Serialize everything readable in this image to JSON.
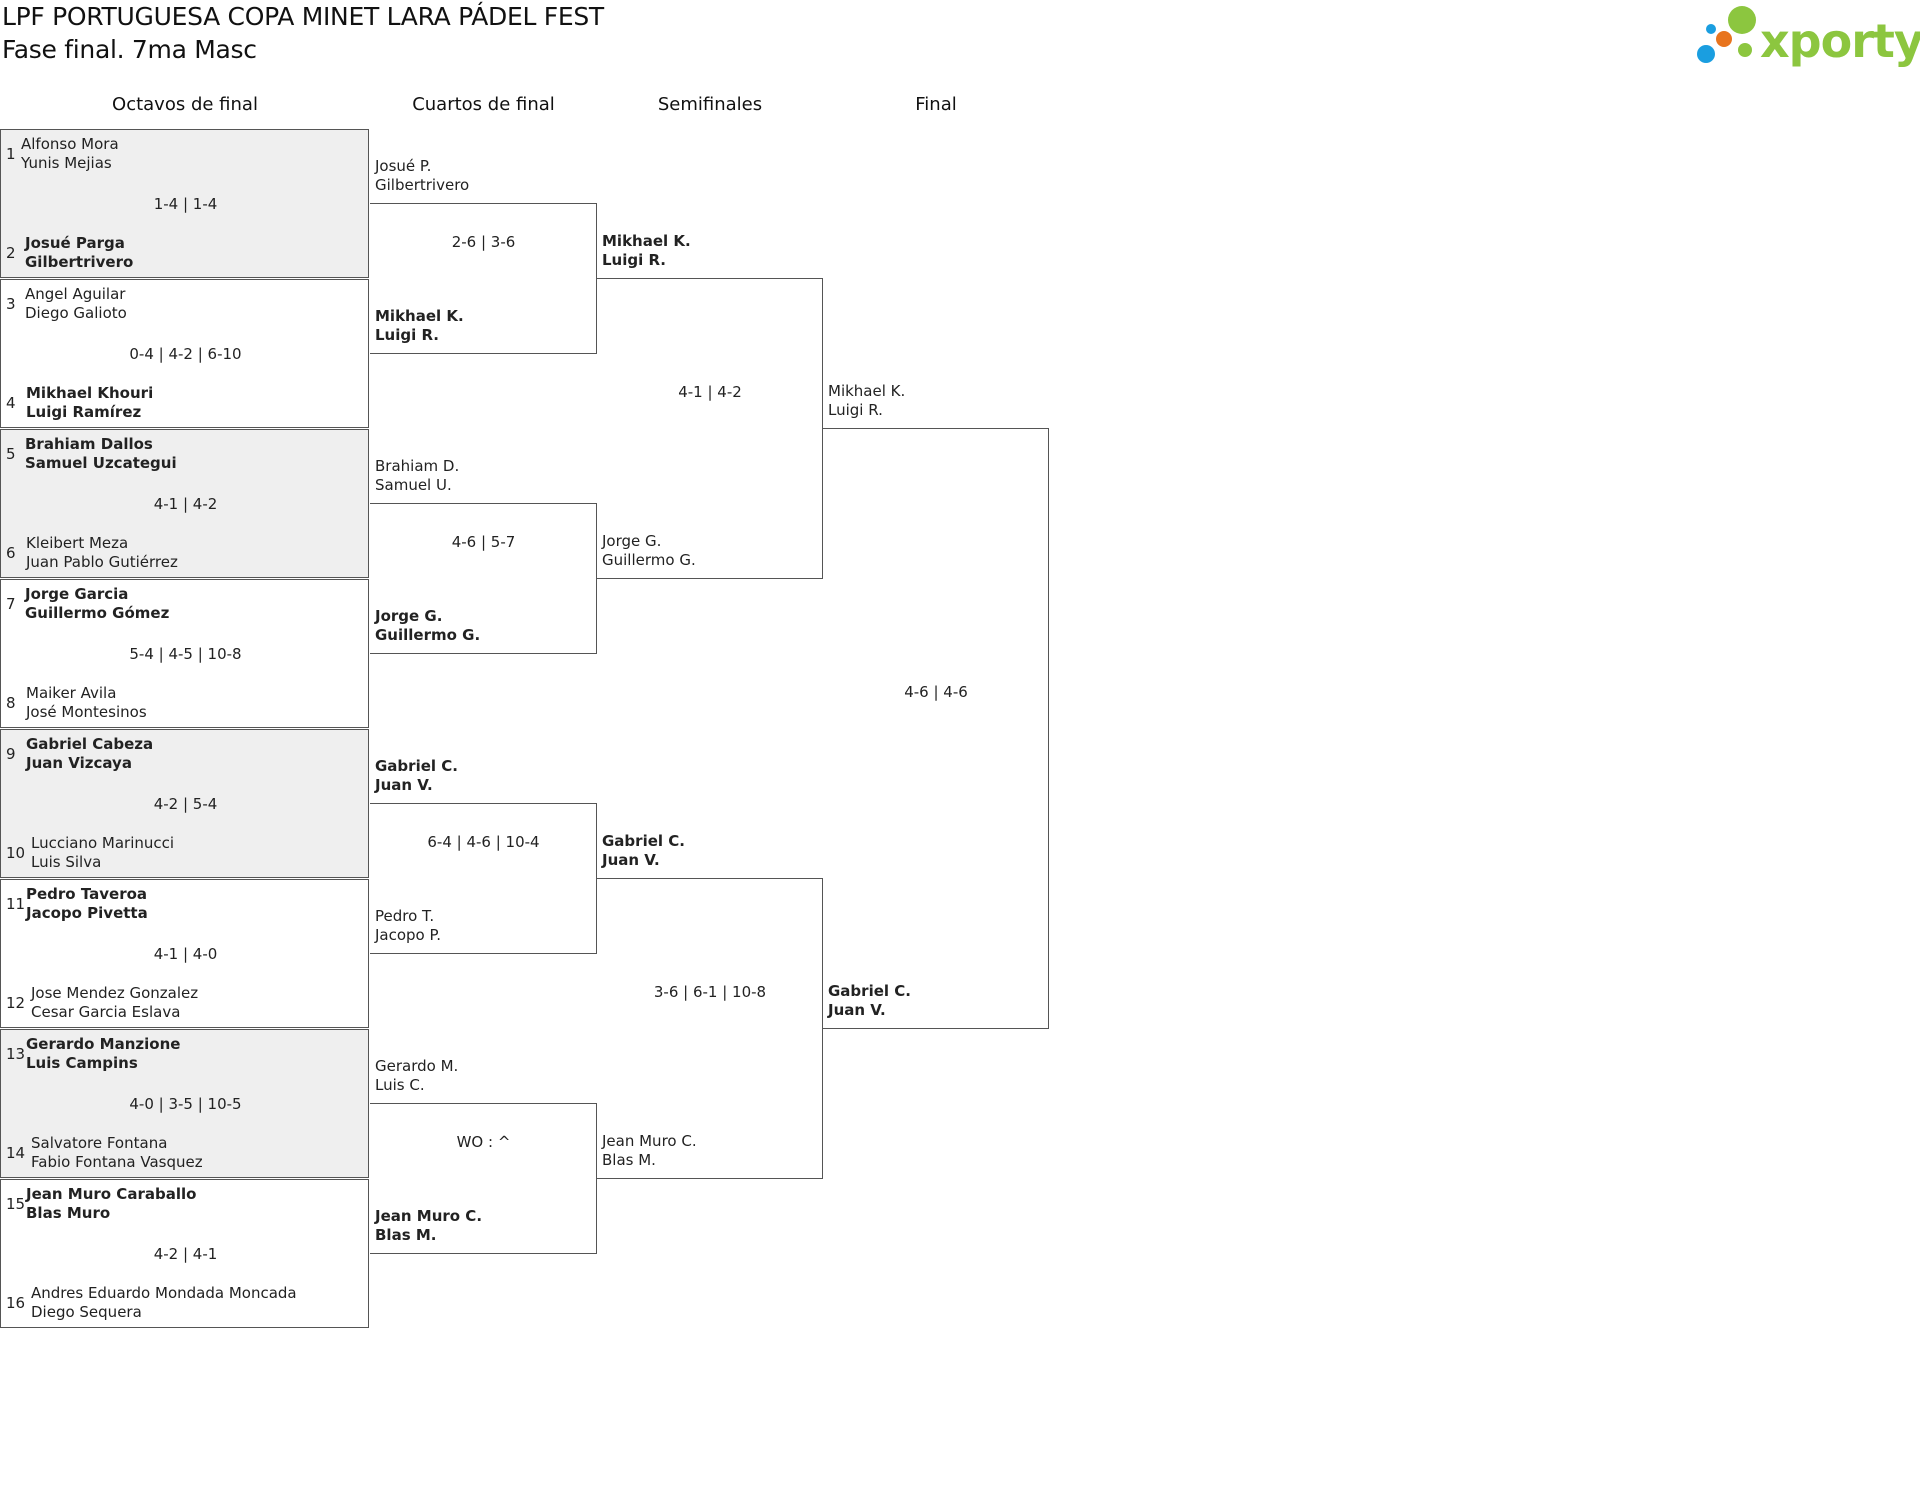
{
  "header": {
    "title": "LPF PORTUGUESA COPA MINET LARA PÁDEL FEST",
    "subtitle": "Fase final. 7ma Masc"
  },
  "logo": {
    "text": "xporty",
    "dot_colors": [
      "#1a9ee0",
      "#e8741e",
      "#8cc63f"
    ],
    "brand_color": "#8cc63f"
  },
  "rounds": [
    "Octavos de final",
    "Cuartos de final",
    "Semifinales",
    "Final"
  ],
  "octavos": [
    {
      "seed_top": "1",
      "top": [
        "Alfonso Mora",
        "Yunis Mejias"
      ],
      "seed_bottom": "2",
      "bottom": [
        "Josué Parga",
        "Gilbertrivero"
      ],
      "winner": "bottom",
      "score": "1-4 | 1-4"
    },
    {
      "seed_top": "3",
      "top": [
        "Angel Aguilar",
        "Diego Galioto"
      ],
      "seed_bottom": "4",
      "bottom": [
        "Mikhael Khouri",
        "Luigi Ramírez"
      ],
      "winner": "bottom",
      "score": "0-4 | 4-2 | 6-10"
    },
    {
      "seed_top": "5",
      "top": [
        "Brahiam Dallos",
        "Samuel Uzcategui"
      ],
      "seed_bottom": "6",
      "bottom": [
        "Kleibert Meza",
        "Juan Pablo Gutiérrez"
      ],
      "winner": "top",
      "score": "4-1 | 4-2"
    },
    {
      "seed_top": "7",
      "top": [
        "Jorge Garcia",
        "Guillermo Gómez"
      ],
      "seed_bottom": "8",
      "bottom": [
        "Maiker Avila",
        "José Montesinos"
      ],
      "winner": "top",
      "score": "5-4 | 4-5 | 10-8"
    },
    {
      "seed_top": "9",
      "top": [
        "Gabriel Cabeza",
        "Juan Vizcaya"
      ],
      "seed_bottom": "10",
      "bottom": [
        "Lucciano Marinucci",
        "Luis Silva"
      ],
      "winner": "top",
      "score": "4-2 | 5-4"
    },
    {
      "seed_top": "11",
      "top": [
        "Pedro Taveroa",
        "Jacopo Pivetta"
      ],
      "seed_bottom": "12",
      "bottom": [
        "Jose Mendez Gonzalez",
        "Cesar Garcia Eslava"
      ],
      "winner": "top",
      "score": "4-1 | 4-0"
    },
    {
      "seed_top": "13",
      "top": [
        "Gerardo Manzione",
        "Luis Campins"
      ],
      "seed_bottom": "14",
      "bottom": [
        "Salvatore Fontana",
        "Fabio Fontana Vasquez"
      ],
      "winner": "top",
      "score": "4-0 | 3-5 | 10-5"
    },
    {
      "seed_top": "15",
      "top": [
        "Jean Muro Caraballo",
        "Blas Muro"
      ],
      "seed_bottom": "16",
      "bottom": [
        "Andres Eduardo Mondada Moncada",
        "Diego Sequera"
      ],
      "winner": "top",
      "score": "4-2 | 4-1"
    }
  ],
  "cuartos": [
    {
      "top": [
        "Josué P.",
        "Gilbertrivero"
      ],
      "bottom": [
        "Mikhael K.",
        "Luigi R."
      ],
      "winner": "bottom",
      "score": "2-6 | 3-6"
    },
    {
      "top": [
        "Brahiam D.",
        "Samuel U."
      ],
      "bottom": [
        "Jorge G.",
        "Guillermo G."
      ],
      "winner": "bottom",
      "score": "4-6 | 5-7"
    },
    {
      "top": [
        "Gabriel C.",
        "Juan V."
      ],
      "bottom": [
        "Pedro T.",
        "Jacopo P."
      ],
      "winner": "top",
      "score": "6-4 | 4-6 | 10-4"
    },
    {
      "top": [
        "Gerardo M.",
        "Luis C."
      ],
      "bottom": [
        "Jean Muro C.",
        "Blas M."
      ],
      "winner": "bottom",
      "score": "WO : ^"
    }
  ],
  "semis": [
    {
      "top": [
        "Mikhael K.",
        "Luigi R."
      ],
      "bottom": [
        "Jorge G.",
        "Guillermo G."
      ],
      "winner": "top",
      "score": "4-1 | 4-2"
    },
    {
      "top": [
        "Gabriel C.",
        "Juan V."
      ],
      "bottom": [
        "Jean Muro C.",
        "Blas M."
      ],
      "winner": "top",
      "score": "3-6 | 6-1 | 10-8"
    }
  ],
  "final": [
    {
      "top": [
        "Mikhael K.",
        "Luigi R."
      ],
      "bottom": [
        "Gabriel C.",
        "Juan V."
      ],
      "winner": "bottom",
      "score": "4-6 | 4-6"
    }
  ]
}
